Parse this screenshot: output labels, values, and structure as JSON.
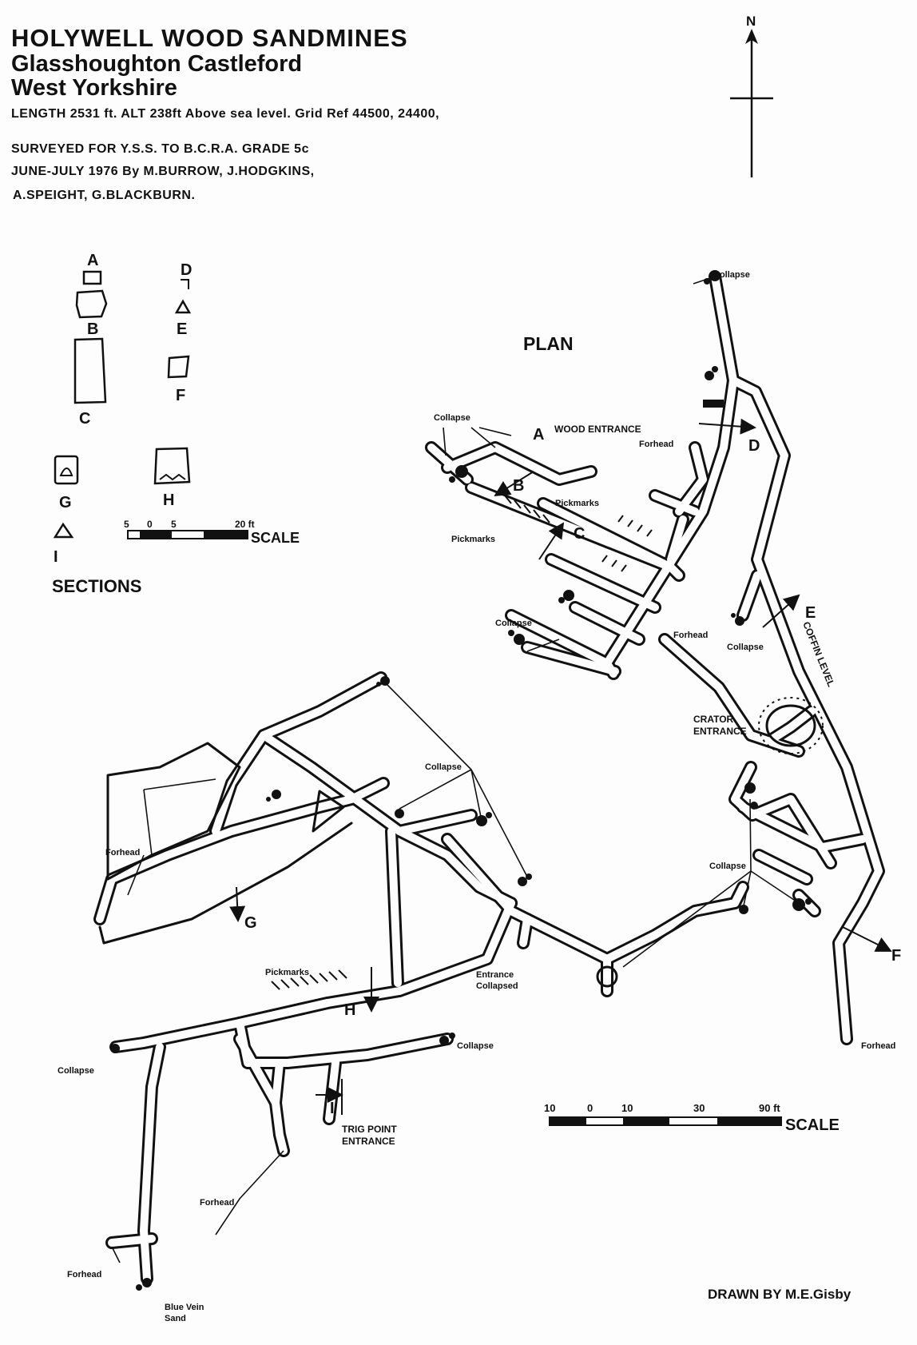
{
  "header": {
    "title": "HOLYWELL WOOD SANDMINES",
    "location": "Glasshoughton Castleford",
    "county": "West Yorkshire",
    "stats": "LENGTH 2531 ft. ALT 238ft Above sea level. Grid Ref 44500, 24400,",
    "survey_line1": "SURVEYED FOR Y.S.S. TO B.C.R.A. GRADE 5c",
    "survey_line2": "JUNE-JULY 1976 By M.BURROW, J.HODGKINS,",
    "survey_line3": "A.SPEIGHT, G.BLACKBURN."
  },
  "north": {
    "label": "N"
  },
  "sections": {
    "title": "SECTIONS",
    "labels": {
      "a": "A",
      "b": "B",
      "c": "C",
      "d": "D",
      "e": "E",
      "f": "F",
      "g": "G",
      "h": "H",
      "i": "I"
    },
    "scale": {
      "ticks": [
        "5",
        "0",
        "5",
        "20 ft"
      ],
      "label": "SCALE"
    }
  },
  "plan": {
    "title": "PLAN",
    "scale": {
      "ticks": [
        "10",
        "0",
        "10",
        "30",
        "90 ft"
      ],
      "label": "SCALE"
    },
    "labels": {
      "wood_entrance": "WOOD ENTRANCE",
      "crator_entrance_1": "CRATOR",
      "crator_entrance_2": "ENTRANCE",
      "trig_point_1": "TRIG POINT",
      "trig_point_2": "ENTRANCE",
      "entrance_collapsed_1": "Entrance",
      "entrance_collapsed_2": "Collapsed",
      "coffin_level": "COFFIN LEVEL",
      "blue_vein_1": "Blue Vein",
      "blue_vein_2": "Sand",
      "collapse": "Collapse",
      "forhead": "Forhead",
      "pickmarks": "Pickmarks",
      "sec_a": "A",
      "sec_b": "B",
      "sec_c": "C",
      "sec_d": "D",
      "sec_e": "E",
      "sec_f": "F",
      "sec_g": "G",
      "sec_h": "H",
      "sec_i": "I"
    }
  },
  "credit": "DRAWN BY M.E.Gisby"
}
